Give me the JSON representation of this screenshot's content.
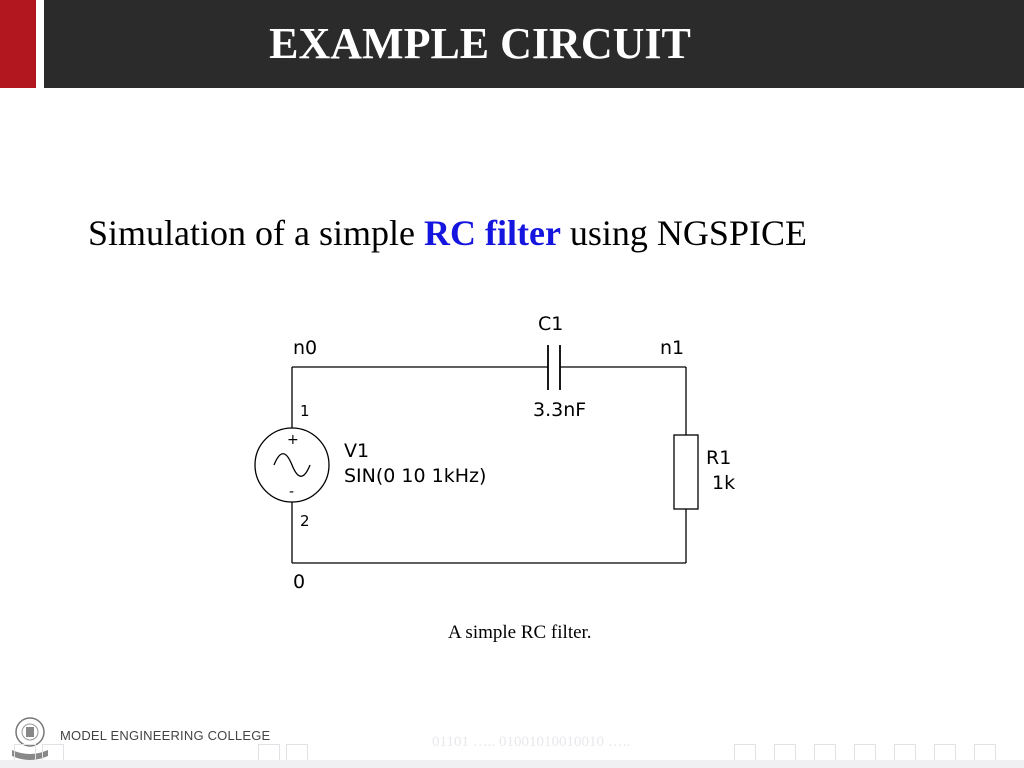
{
  "header": {
    "title": "EXAMPLE CIRCUIT",
    "accent_color": "#b2161f",
    "bar_color": "#2b2b2b"
  },
  "body": {
    "subtitle_prefix": "Simulation of a simple ",
    "subtitle_highlight": "RC filter",
    "subtitle_suffix": " using NGSPICE",
    "highlight_color": "#1515e0"
  },
  "circuit": {
    "node_n0": "n0",
    "node_n1": "n1",
    "node_0": "0",
    "capacitor_name": "C1",
    "capacitor_value": "3.3nF",
    "source_name": "V1",
    "source_value": "SIN(0 10 1kHz)",
    "pin_1": "1",
    "pin_2": "2",
    "plus": "+",
    "minus": "-",
    "resistor_name": "R1",
    "resistor_value": "1k",
    "caption": "A simple RC filter."
  },
  "footer": {
    "college": "MODEL ENGINEERING COLLEGE",
    "binary": "01101 ….. 01001010010010 ….."
  }
}
